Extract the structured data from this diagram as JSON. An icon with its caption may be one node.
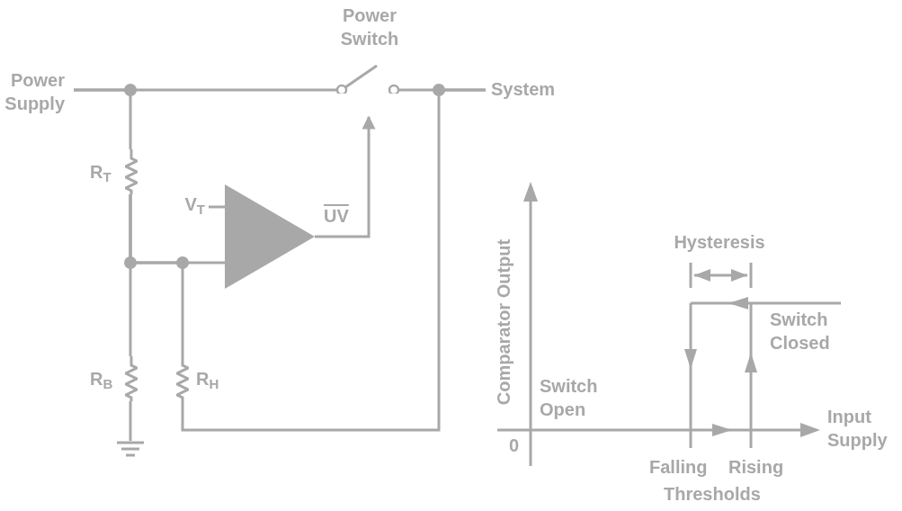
{
  "diagram": {
    "nodes": [
      {
        "text": [
          "Power Supply"
        ]
      },
      {
        "text": [
          "Power Switch"
        ]
      },
      {
        "text": [
          "System"
        ]
      },
      {
        "text": [
          "R$_{T}$"
        ]
      },
      {
        "text": [],
        "shape": "triangle",
        "beside": [
          "UV"
        ]
      },
      {
        "text": [
          "V$_{T}$"
        ]
      },
      {
        "text": [
          "R$_{B}$"
        ]
      },
      {
        "text": [
          "R$_{H}$"
        ]
      },
      {
        "text": [],
        "shape": "ground"
      }
    ],
    "edges": [
      {
        "from": 0,
        "to": 1,
        "arrow": "none"
      },
      {
        "from": 0,
        "to": 3,
        "arrow": "none"
      },
      {
        "from": 1,
        "to": 2,
        "arrow": "none"
      },
      {
        "from": 3,
        "to": 6,
        "arrow": "none"
      },
      {
        "from": 3,
        "to": 4,
        "arrow": "none"
      },
      {
        "from": 3,
        "to": 7,
        "arrow": "none"
      },
      {
        "from": 7,
        "to": 2,
        "arrow": "none"
      },
      {
        "from": 6,
        "to": 8,
        "arrow": "none"
      },
      {
        "from": 5,
        "to": 4,
        "arrow": "none"
      },
      {
        "from": 4,
        "to": 1,
        "arrow": "to"
      }
    ],
    "labels": [
      "Comparator Output",
      "Hysteresis",
      "Switch Closed",
      "Switch Open",
      "0",
      "Input Supply",
      "Falling",
      "Rising",
      "Thresholds"
    ]
  }
}
